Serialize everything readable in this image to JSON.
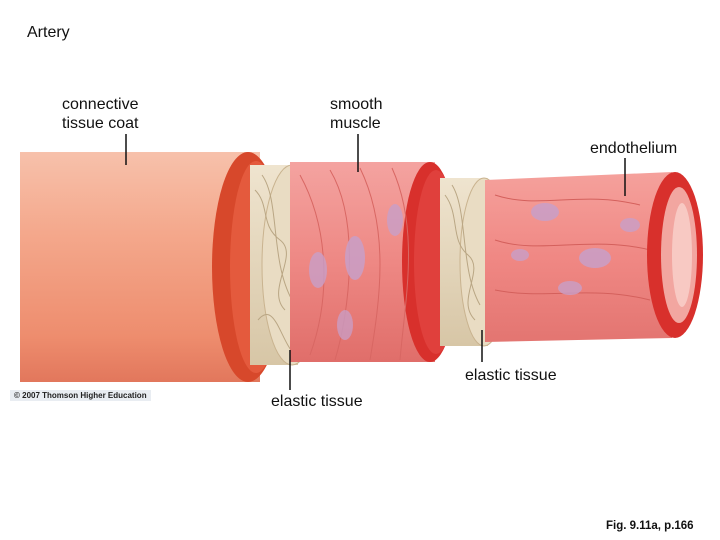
{
  "title": "Artery",
  "labels": {
    "connective_tissue_coat": "connective\ntissue coat",
    "smooth_muscle": "smooth\nmuscle",
    "endothelium": "endothelium",
    "elastic_tissue_inner": "elastic tissue",
    "elastic_tissue_outer": "elastic tissue"
  },
  "copyright": "© 2007 Thomson Higher Education",
  "figure_ref": "Fig. 9.11a, p.166",
  "colors": {
    "outer_coat": "#f2a487",
    "outer_coat_dark": "#d9562e",
    "smooth_muscle": "#ef8a86",
    "elastic": "#e4d6bd",
    "endothelium": "#f07d7a",
    "cell": "#c9a0c8",
    "rim": "#d8302c"
  }
}
